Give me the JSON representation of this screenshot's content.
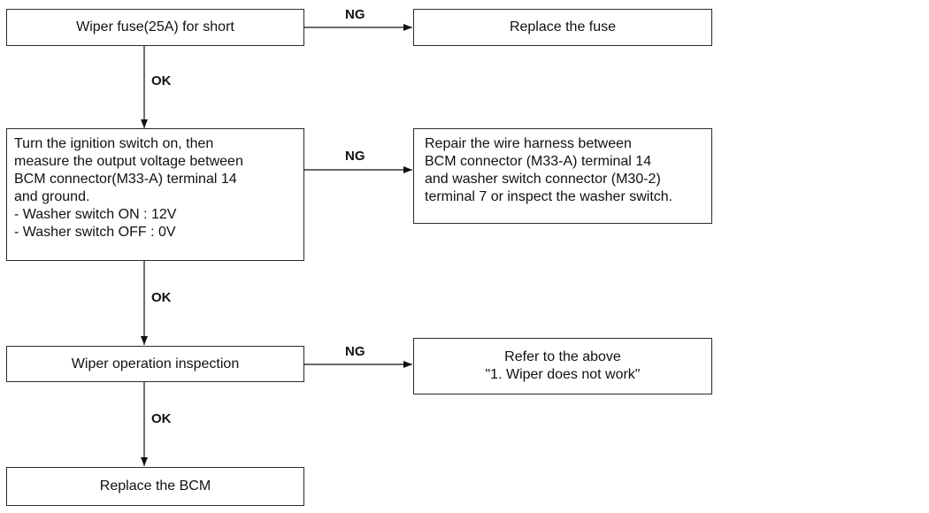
{
  "flowchart": {
    "step1": {
      "text": "Wiper fuse(25A) for short",
      "ng_label": "NG",
      "ng_action": "Replace the fuse",
      "ok_label": "OK"
    },
    "step2": {
      "lines": [
        "Turn the ignition switch on, then",
        "measure the output voltage between",
        "BCM connector(M33-A) terminal 14",
        "and ground.",
        "- Washer switch ON : 12V",
        "- Washer switch OFF : 0V"
      ],
      "ng_label": "NG",
      "ng_action_lines": [
        "Repair the wire harness between",
        "BCM connector (M33-A) terminal 14",
        "and washer switch connector (M30-2)",
        "terminal 7 or inspect the washer switch."
      ],
      "ok_label": "OK"
    },
    "step3": {
      "text": "Wiper operation inspection",
      "ng_label": "NG",
      "ng_action_lines": [
        "Refer to the above",
        "\"1. Wiper does not work\""
      ],
      "ok_label": "OK"
    },
    "step4": {
      "text": "Replace the BCM"
    }
  }
}
